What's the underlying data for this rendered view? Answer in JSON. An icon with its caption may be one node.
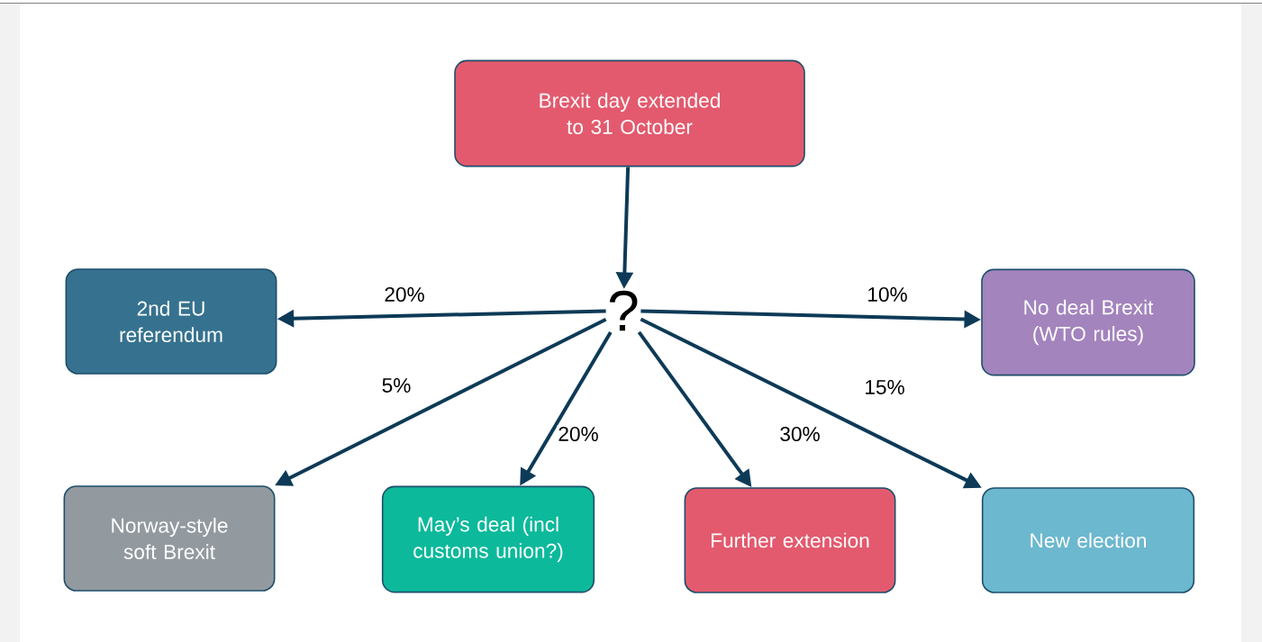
{
  "diagram": {
    "nodes": [
      {
        "text": [
          "Brexit day extended to 31 October"
        ]
      },
      {
        "text": [
          "?"
        ]
      },
      {
        "text": [
          "2nd EU referendum"
        ]
      },
      {
        "text": [
          "No deal Brexit (WTO rules)"
        ]
      },
      {
        "text": [
          "Norway-style soft Brexit"
        ]
      },
      {
        "text": [
          "May’s deal (incl customs union?)"
        ]
      },
      {
        "text": [
          "Further extension"
        ]
      },
      {
        "text": [
          "New election"
        ]
      }
    ],
    "edges": [
      {
        "from": 0,
        "to": 1,
        "arrow": "to"
      },
      {
        "from": 1,
        "to": 2,
        "arrow": "to",
        "label": "20%"
      },
      {
        "from": 1,
        "to": 3,
        "arrow": "to",
        "label": "10%"
      },
      {
        "from": 1,
        "to": 4,
        "arrow": "to",
        "label": "5%"
      },
      {
        "from": 1,
        "to": 5,
        "arrow": "to",
        "label": "20%"
      },
      {
        "from": 1,
        "to": 6,
        "arrow": "to",
        "label": "30%"
      },
      {
        "from": 1,
        "to": 7,
        "arrow": "to",
        "label": "15%"
      }
    ]
  }
}
